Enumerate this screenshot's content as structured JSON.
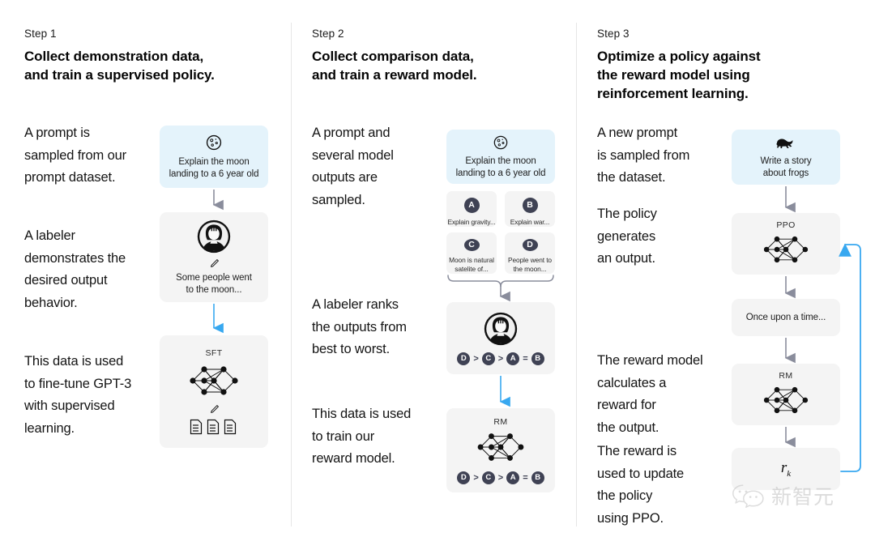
{
  "figure": {
    "title": "InstructGPT RLHF three-step training diagram"
  },
  "columns": [
    {
      "step_label": "Step 1",
      "step_title": "Collect demonstration data,\nand train a supervised policy.",
      "paragraphs": [
        "A prompt is\nsampled from our\nprompt dataset.",
        "A labeler\ndemonstrates the\ndesired output\nbehavior.",
        "This data is used\nto fine-tune GPT-3\nwith supervised\nlearning."
      ],
      "cards": [
        {
          "id": "prompt",
          "style": "blue",
          "icon": "moon-icon",
          "text": "Explain the moon\nlanding to a 6 year old"
        },
        {
          "id": "labeler-demo",
          "style": "grey",
          "icon": "labeler-avatar-icon",
          "sub_icon": "pencil-icon",
          "text": "Some people went\nto the moon..."
        },
        {
          "id": "sft-model",
          "style": "grey",
          "label": "SFT",
          "icon": "neural-network-icon",
          "sub_icon": "pencil-icon",
          "extra_icon": "documents-icon"
        }
      ]
    },
    {
      "step_label": "Step 2",
      "step_title": "Collect comparison data,\nand train a reward model.",
      "paragraphs": [
        "A prompt and\nseveral model\noutputs are\nsampled.",
        "A labeler ranks\nthe outputs from\nbest to worst.",
        "This data is used\nto train our\nreward model."
      ],
      "cards": [
        {
          "id": "prompt",
          "style": "blue",
          "icon": "moon-icon",
          "text": "Explain the moon\nlanding to a 6 year old"
        },
        {
          "id": "labeler-rank",
          "style": "grey",
          "icon": "labeler-avatar-icon",
          "ranking": [
            "D",
            ">",
            "C",
            ">",
            "A",
            "=",
            "B"
          ]
        },
        {
          "id": "rm-model",
          "style": "grey",
          "label": "RM",
          "icon": "neural-network-icon",
          "ranking": [
            "D",
            ">",
            "C",
            ">",
            "A",
            "=",
            "B"
          ]
        }
      ],
      "outputs": [
        {
          "badge": "A",
          "text": "Explain gravity..."
        },
        {
          "badge": "B",
          "text": "Explain war..."
        },
        {
          "badge": "C",
          "text": "Moon is natural\nsatelite of..."
        },
        {
          "badge": "D",
          "text": "People went to\nthe moon..."
        }
      ]
    },
    {
      "step_label": "Step 3",
      "step_title": "Optimize a policy against\nthe reward model using\nreinforcement learning.",
      "paragraphs": [
        "A new prompt\nis sampled from\nthe dataset.",
        "The policy\ngenerates\nan output.",
        "The reward model\ncalculates a\nreward for\nthe output.",
        "The reward is\nused to update\nthe policy\nusing PPO."
      ],
      "cards": [
        {
          "id": "new-prompt",
          "style": "blue",
          "icon": "frog-icon",
          "text": "Write a story\nabout frogs"
        },
        {
          "id": "ppo-model",
          "style": "grey",
          "label": "PPO",
          "icon": "neural-network-icon"
        },
        {
          "id": "output",
          "style": "grey",
          "text": "Once upon a time..."
        },
        {
          "id": "rm-model",
          "style": "grey",
          "label": "RM",
          "icon": "neural-network-icon"
        },
        {
          "id": "reward",
          "style": "grey",
          "formula_base": "r",
          "formula_sub": "k"
        }
      ]
    }
  ],
  "watermark": {
    "icon": "wechat-icon",
    "text": "新智元"
  },
  "colors": {
    "blue_card": "#e4f3fb",
    "grey_card": "#f4f4f4",
    "blue_arrow": "#38a8f0",
    "grey_arrow": "#8a8d9c",
    "badge": "#3f4254",
    "divider": "#e6e6e6",
    "text": "#111111"
  }
}
